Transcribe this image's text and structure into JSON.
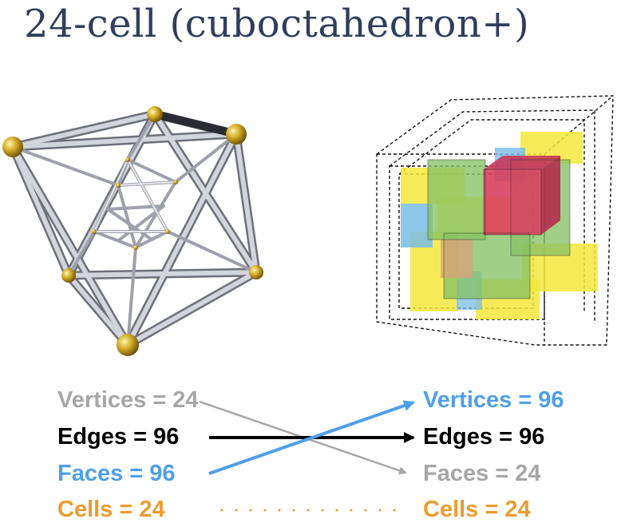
{
  "title": "24-cell (cuboctahedron+)",
  "colors": {
    "title": "#2f3e5c",
    "vertices": "#a6a6a6",
    "edges": "#000000",
    "faces": "#4f9fe8",
    "cells": "#ee9b2d",
    "metal": "#c6c8ce",
    "joint": "#c9a42a",
    "yellow": "#f3e83b",
    "green": "#86c265",
    "red": "#d7405f",
    "blue": "#79bde6"
  },
  "left_labels": {
    "vertices": "Vertices = 24",
    "edges": "Edges = 96",
    "faces": "Faces = 96",
    "cells": "Cells = 24"
  },
  "right_labels": {
    "vertices": "Vertices = 96",
    "edges": "Edges = 96",
    "faces": "Faces = 24",
    "cells": "Cells = 24"
  },
  "icons": {
    "wireframe": "24-cell-wireframe-image",
    "dual": "nested-boxes-image"
  }
}
